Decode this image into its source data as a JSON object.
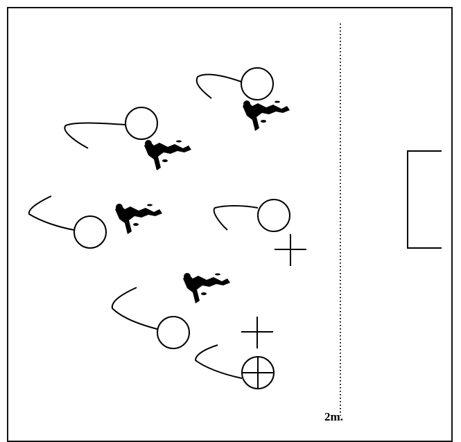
{
  "diagram": {
    "distance_label": "2m.",
    "colors": {
      "ink": "#000000",
      "background": "#ffffff"
    },
    "elements": {
      "players": 6,
      "crosses": 2,
      "bodies": 4,
      "ball": 1,
      "goal": 1
    }
  }
}
